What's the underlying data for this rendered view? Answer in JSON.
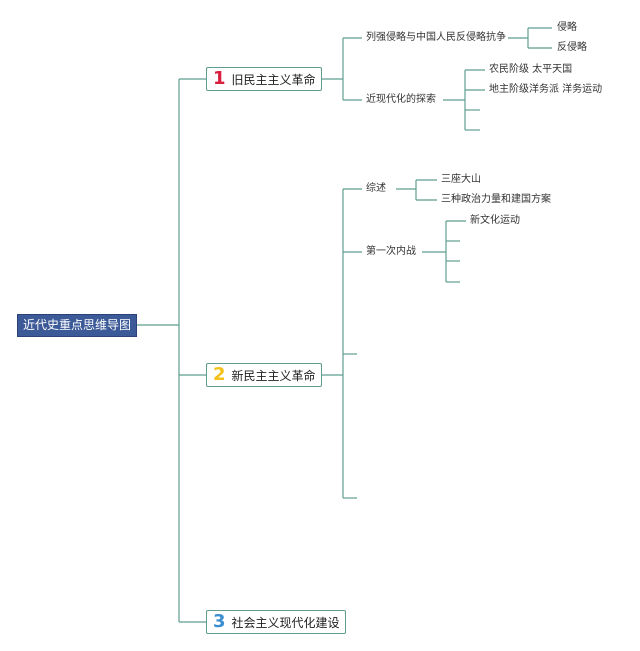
{
  "root": {
    "label": "近代史重点思维导图"
  },
  "topics": [
    {
      "num": "1",
      "label": "旧民主主义革命",
      "children": [
        {
          "label": "列强侵略与中国人民反侵略抗争",
          "children": [
            "侵略",
            "反侵略"
          ]
        },
        {
          "label": "近现代化的探索",
          "children": [
            "农民阶级 太平天国",
            "地主阶级洋务派 洋务运动"
          ]
        }
      ]
    },
    {
      "num": "2",
      "label": "新民主主义革命",
      "children": [
        {
          "label": "综述",
          "children": [
            "三座大山",
            "三种政治力量和建国方案"
          ]
        },
        {
          "label": "第一次内战",
          "children": [
            "新文化运动"
          ]
        }
      ]
    },
    {
      "num": "3",
      "label": "社会主义现代化建设",
      "children": []
    }
  ]
}
